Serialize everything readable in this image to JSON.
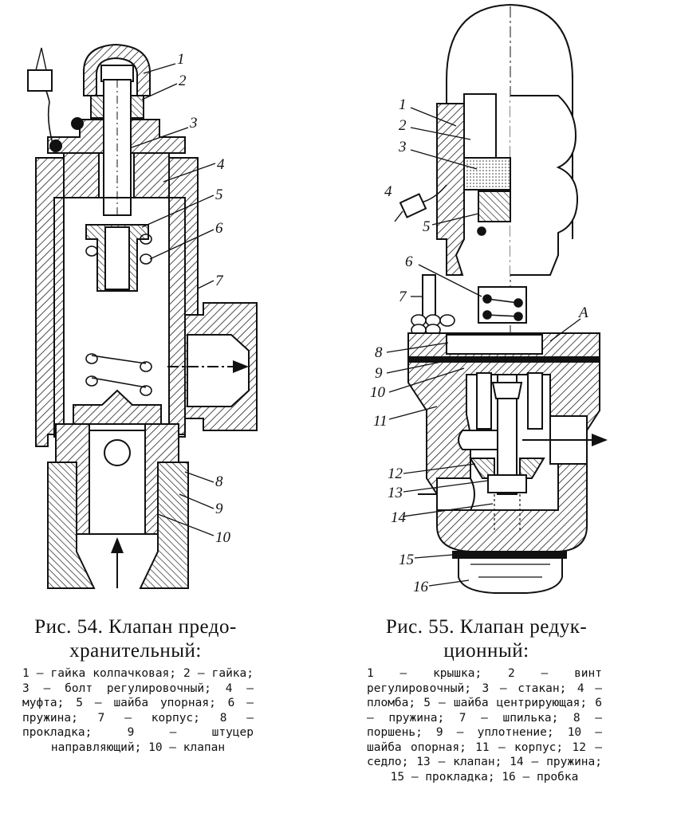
{
  "figures": [
    {
      "id": "fig54",
      "title": "Рис. 54. Клапан предо-хранительный:",
      "title_lines": [
        "Рис. 54. Клапан предо-",
        "хранительный:"
      ],
      "legend_text": "1 — гайка колпачковая; 2 — гайка; 3 — болт регулировочный; 4 — муфта; 5 — шайба упорная; 6 — пружина; 7 — корпус; 8 — прокладка; 9 — штуцер направляющий; 10 — клапан",
      "callouts": [
        "1",
        "2",
        "3",
        "4",
        "5",
        "6",
        "7",
        "8",
        "9",
        "10"
      ]
    },
    {
      "id": "fig55",
      "title": "Рис. 55. Клапан редук-ционный:",
      "title_lines": [
        "Рис. 55. Клапан редук-",
        "ционный:"
      ],
      "legend_text": "1 — крышка; 2 — винт регулировочный; 3 — стакан; 4 — пломба; 5 — шайба центрирующая; 6 — пружина; 7 — шпилька; 8 — поршень; 9 — уплотнение; 10 — шайба опорная; 11 — корпус; 12 — седло; 13 — клапан; 14 — пружина; 15 — прокладка; 16 — пробка",
      "callouts": [
        "1",
        "2",
        "3",
        "4",
        "5",
        "6",
        "7",
        "8",
        "9",
        "10",
        "11",
        "12",
        "13",
        "14",
        "15",
        "16",
        "А"
      ]
    }
  ]
}
